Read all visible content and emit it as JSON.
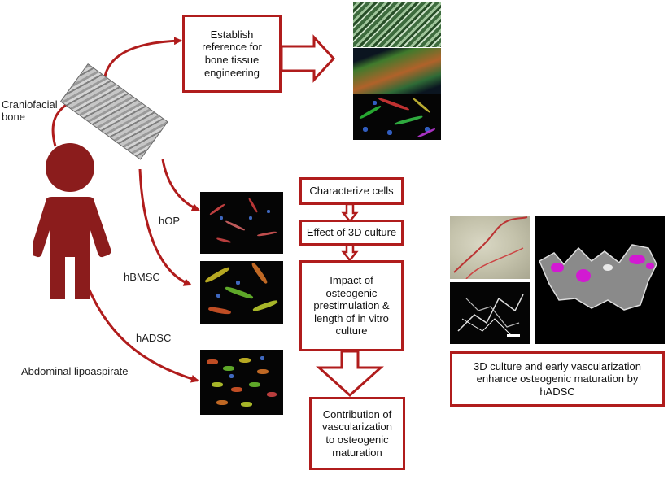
{
  "labels": {
    "craniofacial_bone": "Craniofacial\nbone",
    "hop": "hOP",
    "hbmsc": "hBMSC",
    "hadsc": "hADSC",
    "abdominal_lipoaspirate": "Abdominal lipoaspirate"
  },
  "boxes": {
    "establish_reference": "Establish\nreference for\nbone tissue\nengineering",
    "characterize_cells": "Characterize cells",
    "effect_3d_culture": "Effect of 3D culture",
    "impact_prestimulation": "Impact of\nosteogenic\nprestimulation &\nlength of in vitro\nculture",
    "contribution_vascularization": "Contribution of\nvascularization\nto osteogenic\nmaturation",
    "conclusion": "3D culture and early vascularization\nenhance osteogenic maturation by\nhADSC"
  },
  "colors": {
    "accent": "#b01c1c",
    "figure": "#8b1c1c"
  },
  "icons": {
    "person": "person-icon"
  }
}
